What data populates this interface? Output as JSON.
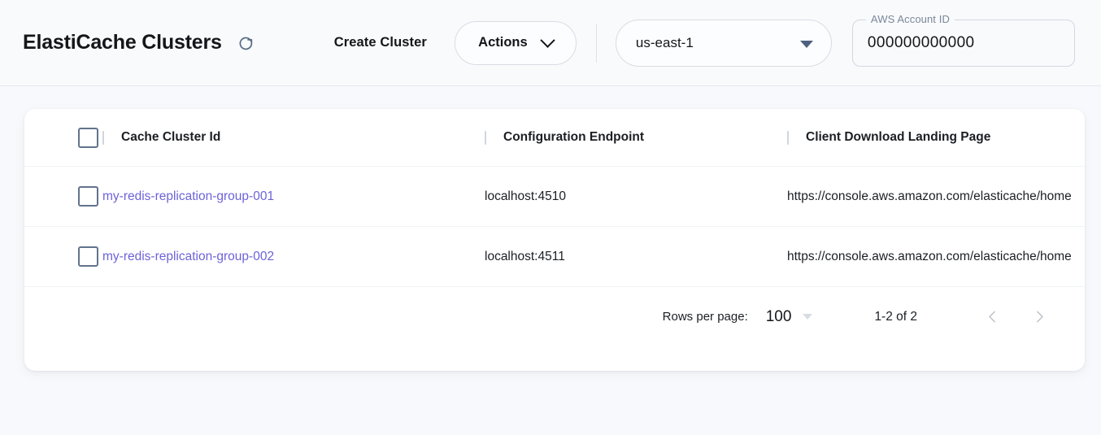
{
  "header": {
    "title": "ElastiCache Clusters",
    "refresh_icon": "refresh-icon",
    "create_cluster_label": "Create Cluster",
    "actions_label": "Actions",
    "actions_caret_icon": "chevron-down-icon",
    "region": {
      "value": "us-east-1",
      "caret_icon": "caret-down-icon"
    },
    "account": {
      "label": "AWS Account ID",
      "value": "000000000000"
    }
  },
  "table": {
    "columns": [
      {
        "key": "select",
        "label": ""
      },
      {
        "key": "cluster_id",
        "label": "Cache Cluster Id"
      },
      {
        "key": "endpoint",
        "label": "Configuration Endpoint"
      },
      {
        "key": "landing_page",
        "label": "Client Download Landing Page"
      }
    ],
    "rows": [
      {
        "cluster_id": "my-redis-replication-group-001",
        "endpoint": "localhost:4510",
        "landing_page": "https://console.aws.amazon.com/elasticache/home"
      },
      {
        "cluster_id": "my-redis-replication-group-002",
        "endpoint": "localhost:4511",
        "landing_page": "https://console.aws.amazon.com/elasticache/home"
      }
    ]
  },
  "pagination": {
    "rows_per_page_label": "Rows per page:",
    "rows_per_page_value": "100",
    "range_label": "1-2 of 2",
    "prev_icon": "chevron-left-icon",
    "next_icon": "chevron-right-icon"
  },
  "colors": {
    "page_bg": "#f7f9fc",
    "header_bg": "#f8fafc",
    "card_bg": "#ffffff",
    "link": "#6c63d8",
    "text": "#1b1f24",
    "muted": "#7b8899",
    "border": "#d8dde5"
  }
}
